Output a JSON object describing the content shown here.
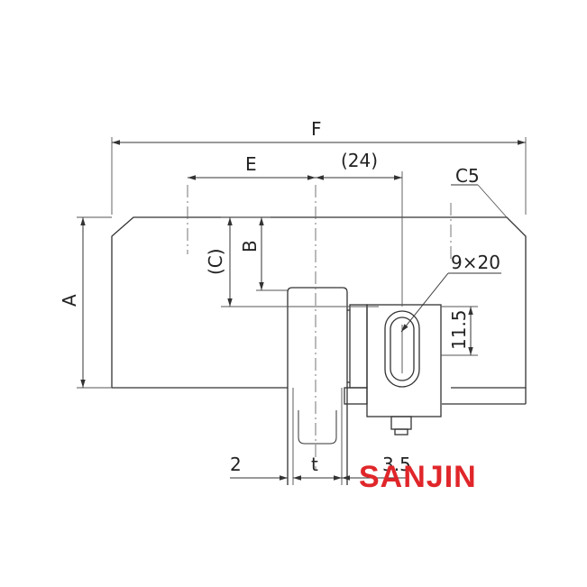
{
  "labels": {
    "F": "F",
    "E": "E",
    "p24": "(24)",
    "C5": "C5",
    "A": "A",
    "B": "B",
    "C": "(C)",
    "slot": "9×20",
    "v115": "11.5",
    "two": "2",
    "t": "t",
    "v35": "3.5"
  },
  "logo": {
    "text": "SANJIN",
    "color": "#e0262a"
  },
  "colors": {
    "line": "#333333",
    "dim": "#555555"
  }
}
